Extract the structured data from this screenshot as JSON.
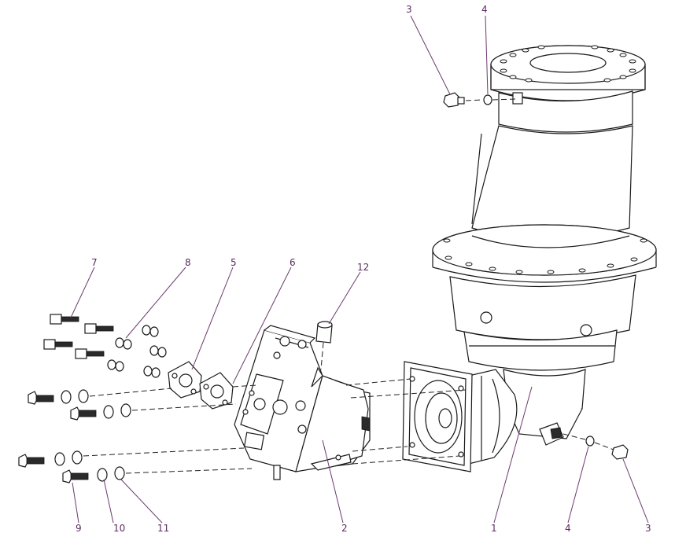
{
  "diagram": {
    "labels": {
      "part_1": "1",
      "part_2": "2",
      "part_3_top": "3",
      "part_3_bottom": "3",
      "part_4_top": "4",
      "part_4_bottom": "4",
      "part_5": "5",
      "part_6": "6",
      "part_7": "7",
      "part_8": "8",
      "part_9": "9",
      "part_10": "10",
      "part_11": "11",
      "part_12": "12"
    },
    "colors": {
      "label_text": "#5a2a5e",
      "leader_line": "#6b3a6f",
      "outline": "#1a1a1a"
    }
  }
}
